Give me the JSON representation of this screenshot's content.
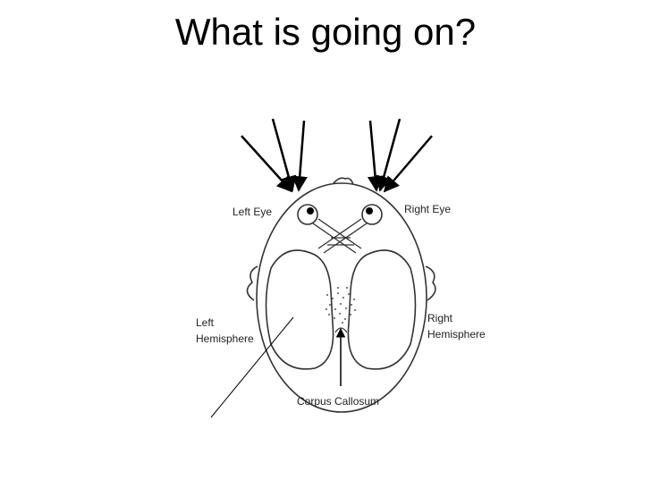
{
  "slide": {
    "title": "What is going on?"
  },
  "diagram": {
    "labels": {
      "left_eye": "Left Eye",
      "right_eye": "Right Eye",
      "left_hemisphere_line1": "Left",
      "left_hemisphere_line2": "Hemisphere",
      "right_hemisphere_line1": "Right",
      "right_hemisphere_line2": "Hemisphere",
      "corpus_callosum": "Corpus Callosum"
    },
    "colors": {
      "ink": "#000000",
      "sketch": "#333333"
    }
  }
}
